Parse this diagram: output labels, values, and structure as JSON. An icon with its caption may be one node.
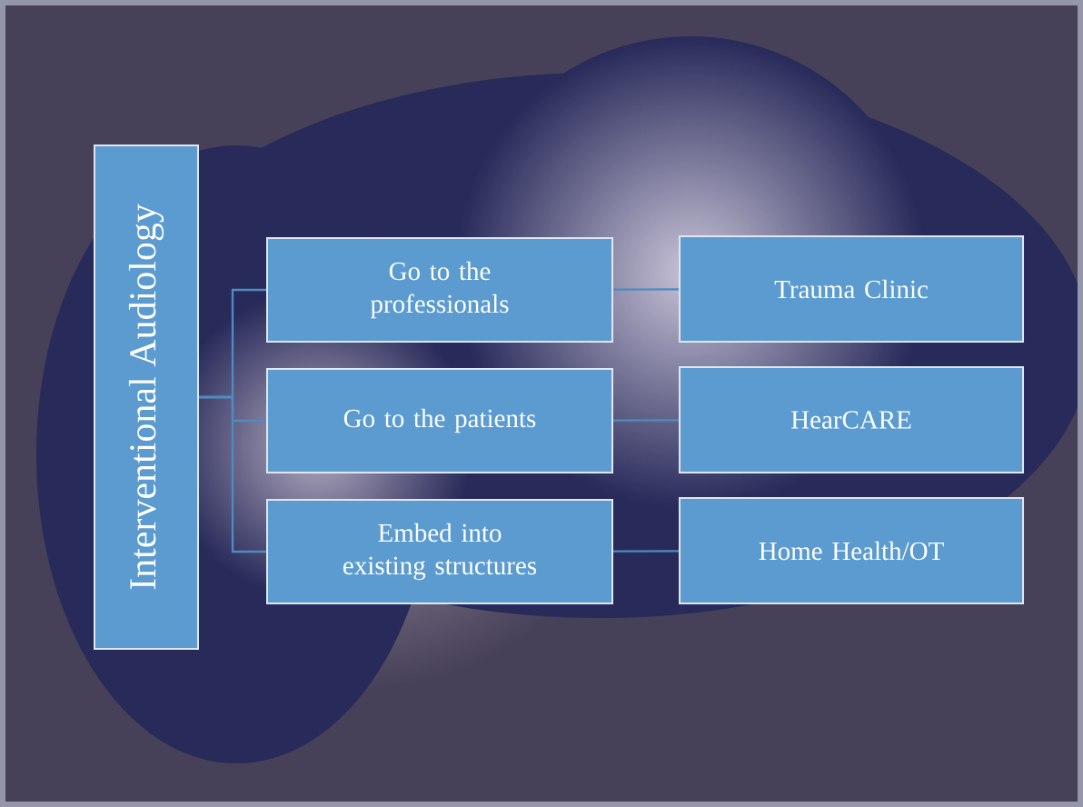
{
  "diagram": {
    "nodes": [
      {
        "text": [
          "Interventional Audiology"
        ]
      },
      {
        "text": [
          "Go to the professionals"
        ]
      },
      {
        "text": [
          "Go to the patients"
        ]
      },
      {
        "text": [
          "Embed into existing structures"
        ]
      },
      {
        "text": [
          "Trauma Clinic"
        ]
      },
      {
        "text": [
          "HearCARE"
        ]
      },
      {
        "text": [
          "Home Health/OT"
        ]
      }
    ],
    "edges": [
      {
        "from": 0,
        "to": 1,
        "arrow": "none"
      },
      {
        "from": 0,
        "to": 2,
        "arrow": "none"
      },
      {
        "from": 0,
        "to": 3,
        "arrow": "none"
      },
      {
        "from": 1,
        "to": 4,
        "arrow": "none"
      },
      {
        "from": 2,
        "to": 5,
        "arrow": "none"
      },
      {
        "from": 3,
        "to": 6,
        "arrow": "none"
      }
    ]
  }
}
